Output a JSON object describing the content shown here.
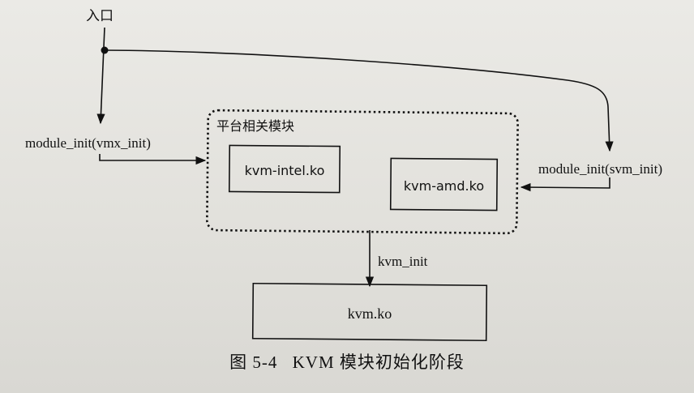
{
  "diagram": {
    "entry_label": "入口",
    "module_init_vmx_label": "module_init(vmx_init)",
    "module_init_svm_label": "module_init(svm_init)",
    "platform_group_label": "平台相关模块",
    "kvm_intel_label": "kvm-intel.ko",
    "kvm_amd_label": "kvm-amd.ko",
    "kvm_init_label": "kvm_init",
    "kvm_label": "kvm.ko"
  },
  "caption": {
    "number": "图 5-4",
    "title": "KVM 模块初始化阶段"
  }
}
